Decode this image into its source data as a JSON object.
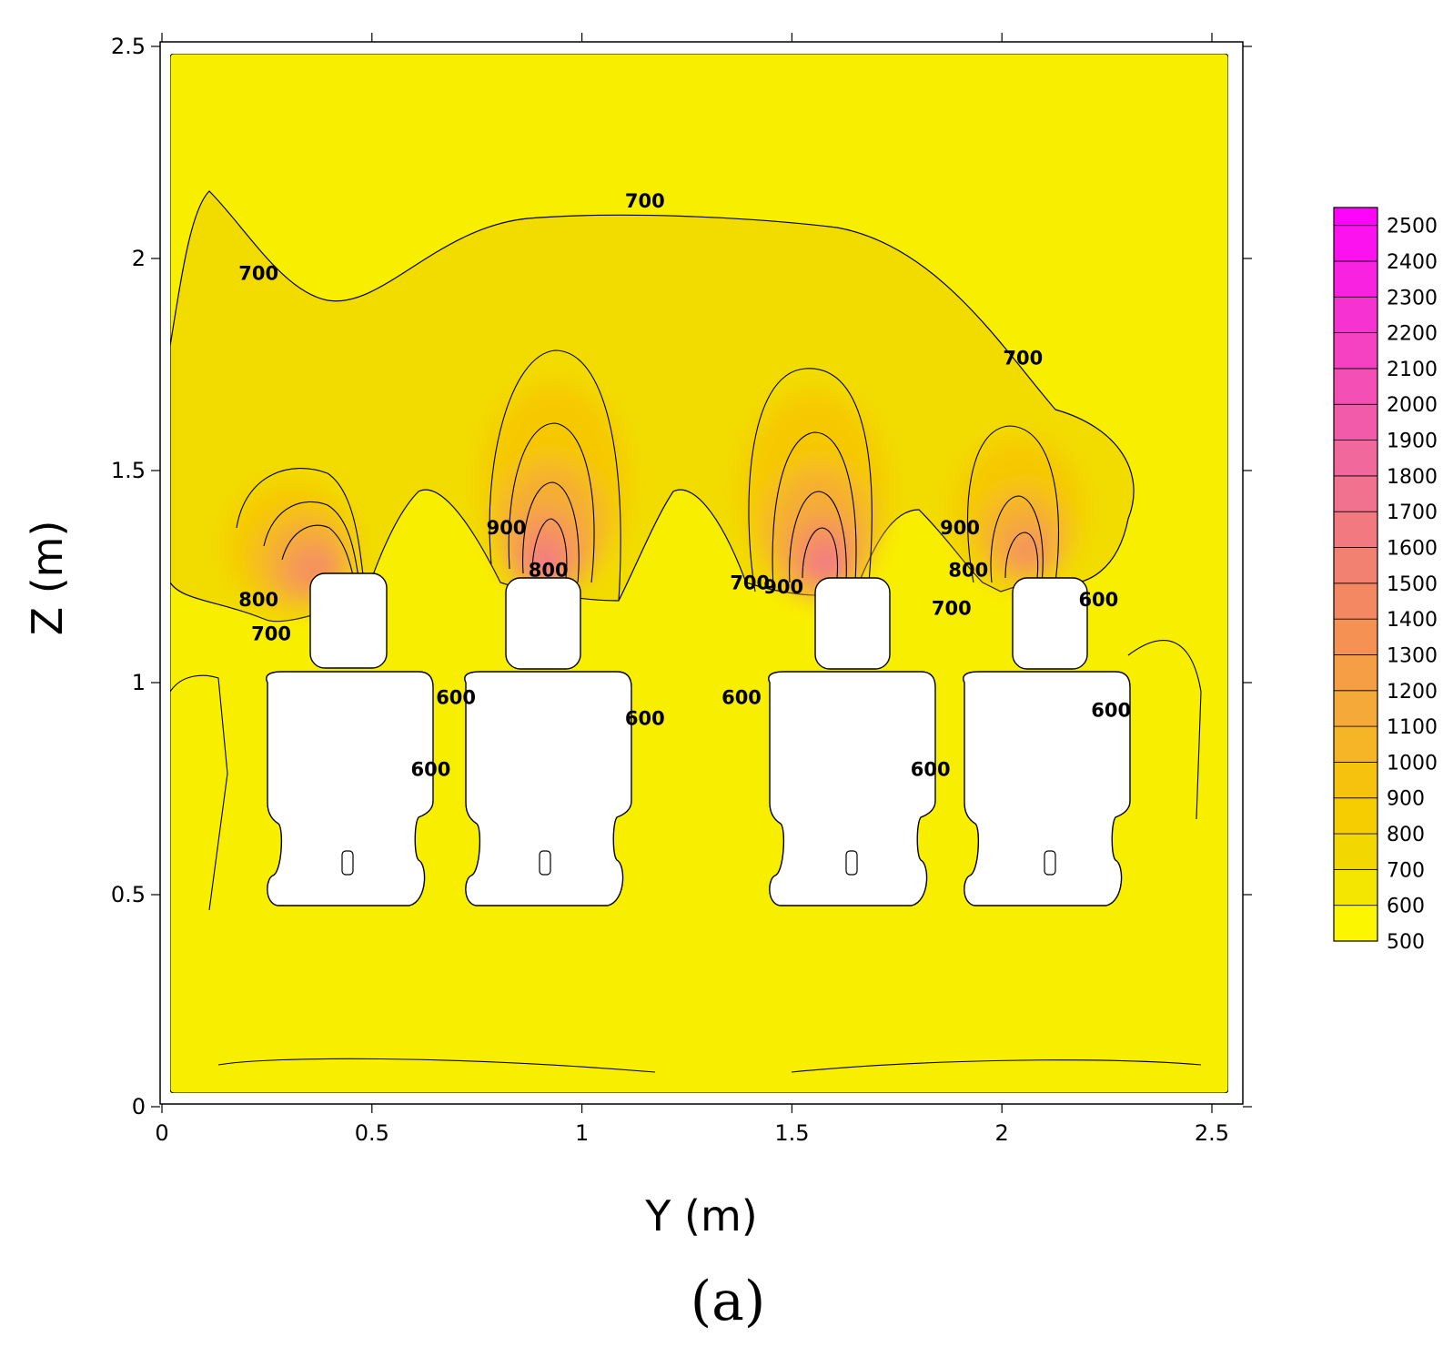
{
  "chart_data": {
    "type": "contour",
    "xlabel": "Y (m)",
    "ylabel": "Z (m)",
    "xlim": [
      0,
      2.5
    ],
    "ylim": [
      0,
      2.5
    ],
    "x_ticks": [
      "0",
      "0.5",
      "1",
      "1.5",
      "2",
      "2.5"
    ],
    "y_ticks": [
      "0",
      "0.5",
      "1",
      "1.5",
      "2",
      "2.5"
    ],
    "colorbar": {
      "levels": [
        "2500",
        "2400",
        "2300",
        "2200",
        "2100",
        "2000",
        "1900",
        "1800",
        "1700",
        "1600",
        "1500",
        "1400",
        "1300",
        "1200",
        "1100",
        "1000",
        "900",
        "800",
        "700",
        "600",
        "500"
      ],
      "min": 500,
      "max": 2550
    },
    "occupant_heads_y": [
      0.44,
      0.9,
      1.6,
      2.08
    ],
    "contour_labels": [
      {
        "text": "700",
        "y": 1.15,
        "z": 2.12
      },
      {
        "text": "700",
        "y": 0.23,
        "z": 1.95
      },
      {
        "text": "700",
        "y": 2.05,
        "z": 1.75
      },
      {
        "text": "900",
        "y": 0.82,
        "z": 1.35
      },
      {
        "text": "900",
        "y": 1.9,
        "z": 1.35
      },
      {
        "text": "600",
        "y": 0.7,
        "z": 0.95
      },
      {
        "text": "600",
        "y": 1.38,
        "z": 0.95
      },
      {
        "text": "600",
        "y": 2.26,
        "z": 0.92
      },
      {
        "text": "600",
        "y": 0.64,
        "z": 0.78
      },
      {
        "text": "600",
        "y": 1.15,
        "z": 0.9
      },
      {
        "text": "600",
        "y": 1.83,
        "z": 0.78
      },
      {
        "text": "600",
        "y": 2.23,
        "z": 1.18
      },
      {
        "text": "700",
        "y": 1.4,
        "z": 1.22
      },
      {
        "text": "700",
        "y": 0.26,
        "z": 1.1
      },
      {
        "text": "800",
        "y": 0.23,
        "z": 1.18
      },
      {
        "text": "800",
        "y": 1.92,
        "z": 1.25
      },
      {
        "text": "700",
        "y": 1.88,
        "z": 1.16
      },
      {
        "text": "800",
        "y": 0.92,
        "z": 1.25
      },
      {
        "text": "900",
        "y": 1.48,
        "z": 1.21
      }
    ]
  },
  "panel_label": "(a)"
}
